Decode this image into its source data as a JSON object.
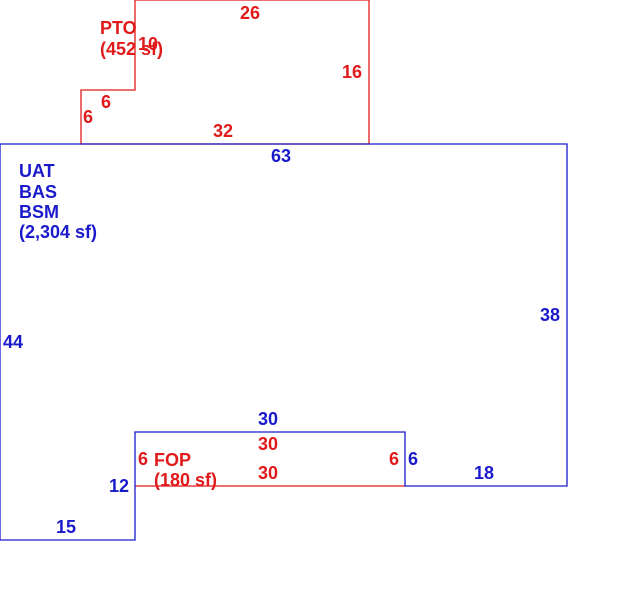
{
  "colors": {
    "red": "#e01a1a",
    "blue": "#1a1acc"
  },
  "areas": {
    "pto": {
      "code": "PTO",
      "area": "(452 sf)"
    },
    "main": {
      "codes": [
        "UAT",
        "BAS",
        "BSM"
      ],
      "area": "(2,304 sf)"
    },
    "fop": {
      "code": "FOP",
      "area": "(180 sf)"
    }
  },
  "dimensions": {
    "pto_top": "26",
    "pto_right": "16",
    "pto_bottom": "32",
    "pto_step_vertical": "10",
    "pto_step_horizontal": "6",
    "pto_left": "6",
    "main_top": "63",
    "main_right": "38",
    "main_left": "44",
    "main_bottom_left": "15",
    "main_notch_left": "12",
    "main_bottom_right": "18",
    "main_notch_top": "30",
    "main_notch_right": "6",
    "fop_top": "30",
    "fop_bottom": "30",
    "fop_left": "6",
    "fop_right": "6"
  }
}
